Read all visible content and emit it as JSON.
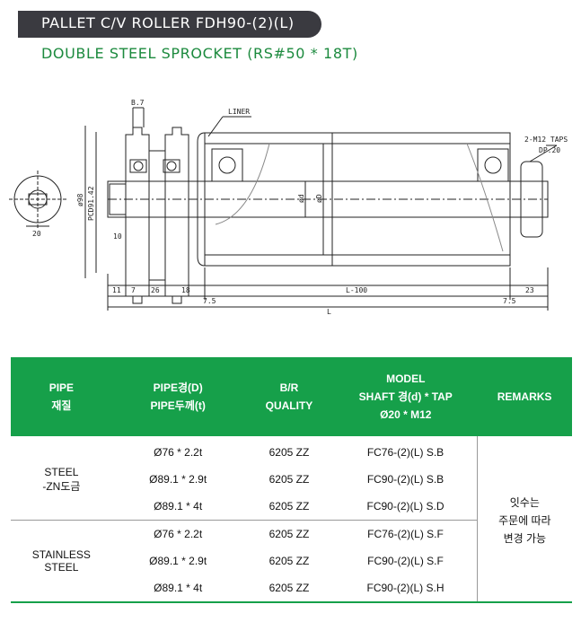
{
  "header": {
    "title": "PALLET C/V ROLLER FDH90-(2)(L)",
    "subtitle": "DOUBLE STEEL SPROCKET (RS#50 * 18T)"
  },
  "drawing": {
    "labels": {
      "b7": "B.7",
      "liner": "LINER",
      "taps": "2-M12 TAPS",
      "dp": "DP.20",
      "od": "ø98",
      "pcd": "PCD91.42",
      "d_small": "ød",
      "d_big": "øD",
      "end20": "20",
      "ten": "10",
      "d11": "11",
      "d7": "7",
      "d26": "26",
      "d18": "18",
      "l100": "L-100",
      "d23": "23",
      "d75a": "7.5",
      "d75b": "7.5",
      "dL": "L"
    }
  },
  "table": {
    "headers": {
      "pipe": [
        "PIPE",
        "재질"
      ],
      "pipe_size": [
        "PIPE경(D)",
        "PIPE두께(t)"
      ],
      "br": [
        "B/R",
        "QUALITY"
      ],
      "model": [
        "MODEL",
        "SHAFT 경(d) * TAP",
        "Ø20 * M12"
      ],
      "remarks": "REMARKS"
    },
    "groups": [
      {
        "material": [
          "STEEL",
          "-ZN도금"
        ],
        "rows": [
          {
            "size": "Ø76 * 2.2t",
            "br": "6205 ZZ",
            "model": "FC76-(2)(L) S.B"
          },
          {
            "size": "Ø89.1 * 2.9t",
            "br": "6205 ZZ",
            "model": "FC90-(2)(L) S.B"
          },
          {
            "size": "Ø89.1 * 4t",
            "br": "6205 ZZ",
            "model": "FC90-(2)(L) S.D"
          }
        ]
      },
      {
        "material": [
          "STAINLESS",
          "STEEL"
        ],
        "rows": [
          {
            "size": "Ø76 * 2.2t",
            "br": "6205 ZZ",
            "model": "FC76-(2)(L) S.F"
          },
          {
            "size": "Ø89.1 * 2.9t",
            "br": "6205 ZZ",
            "model": "FC90-(2)(L) S.F"
          },
          {
            "size": "Ø89.1 * 4t",
            "br": "6205 ZZ",
            "model": "FC90-(2)(L) S.H"
          }
        ]
      }
    ],
    "remarks": [
      "잇수는",
      "주문에 따라",
      "변경 가능"
    ]
  },
  "colors": {
    "title_bar": "#3a3a40",
    "subtitle": "#1c8a3e",
    "table_header": "#16a04a"
  }
}
